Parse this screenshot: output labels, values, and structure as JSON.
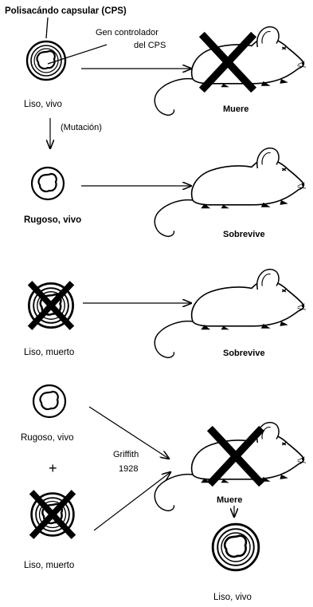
{
  "labels": {
    "cps": "Polisacándo capsular (CPS)",
    "gene_line1": "Gen controlador",
    "gene_line2": "del CPS",
    "liso_vivo_1": "Liso, vivo",
    "muere_1": "Muere",
    "mutation": "(Mutación)",
    "rugoso_vivo_1": "Rugoso, vivo",
    "sobrevive_1": "Sobrevive",
    "liso_muerto_1": "Liso, muerto",
    "sobrevive_2": "Sobrevive",
    "rugoso_vivo_2": "Rugoso, vivo",
    "plus": "+",
    "griffith_line1": "Griffith",
    "griffith_line2": "1928",
    "muere_2": "Muere",
    "liso_muerto_2": "Liso, muerto",
    "liso_vivo_2": "Liso, vivo"
  }
}
